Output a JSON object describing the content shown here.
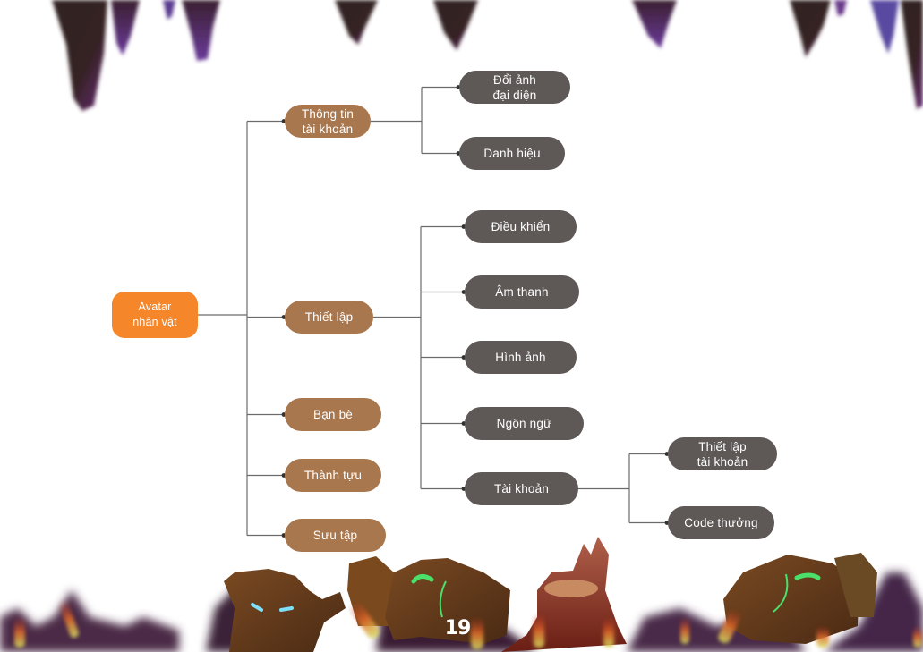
{
  "diagram": {
    "type": "mindmap",
    "colors": {
      "root": "#F5862A",
      "level1": "#A8774E",
      "level2": "#5E5957",
      "connector": "#6b6b6b",
      "text": "#ffffff"
    },
    "root": {
      "label": "Avatar\nnhân vật",
      "children": [
        {
          "label": "Thông tin\ntài khoản",
          "children": [
            {
              "label": "Đổi ảnh\nđại diện"
            },
            {
              "label": "Danh hiệu"
            }
          ]
        },
        {
          "label": "Thiết lập",
          "children": [
            {
              "label": "Điều khiển"
            },
            {
              "label": "Âm thanh"
            },
            {
              "label": "Hình ảnh"
            },
            {
              "label": "Ngôn ngữ"
            },
            {
              "label": "Tài khoản",
              "children": [
                {
                  "label": "Thiết lập\ntài khoản"
                },
                {
                  "label": "Code thưởng"
                }
              ]
            }
          ]
        },
        {
          "label": "Bạn bè"
        },
        {
          "label": "Thành tựu"
        },
        {
          "label": "Sưu tập"
        }
      ]
    }
  },
  "decorations": {
    "top": "cave-stalactites",
    "bottom": "wooden-tree-monsters-and-stump"
  },
  "page_number": "19"
}
